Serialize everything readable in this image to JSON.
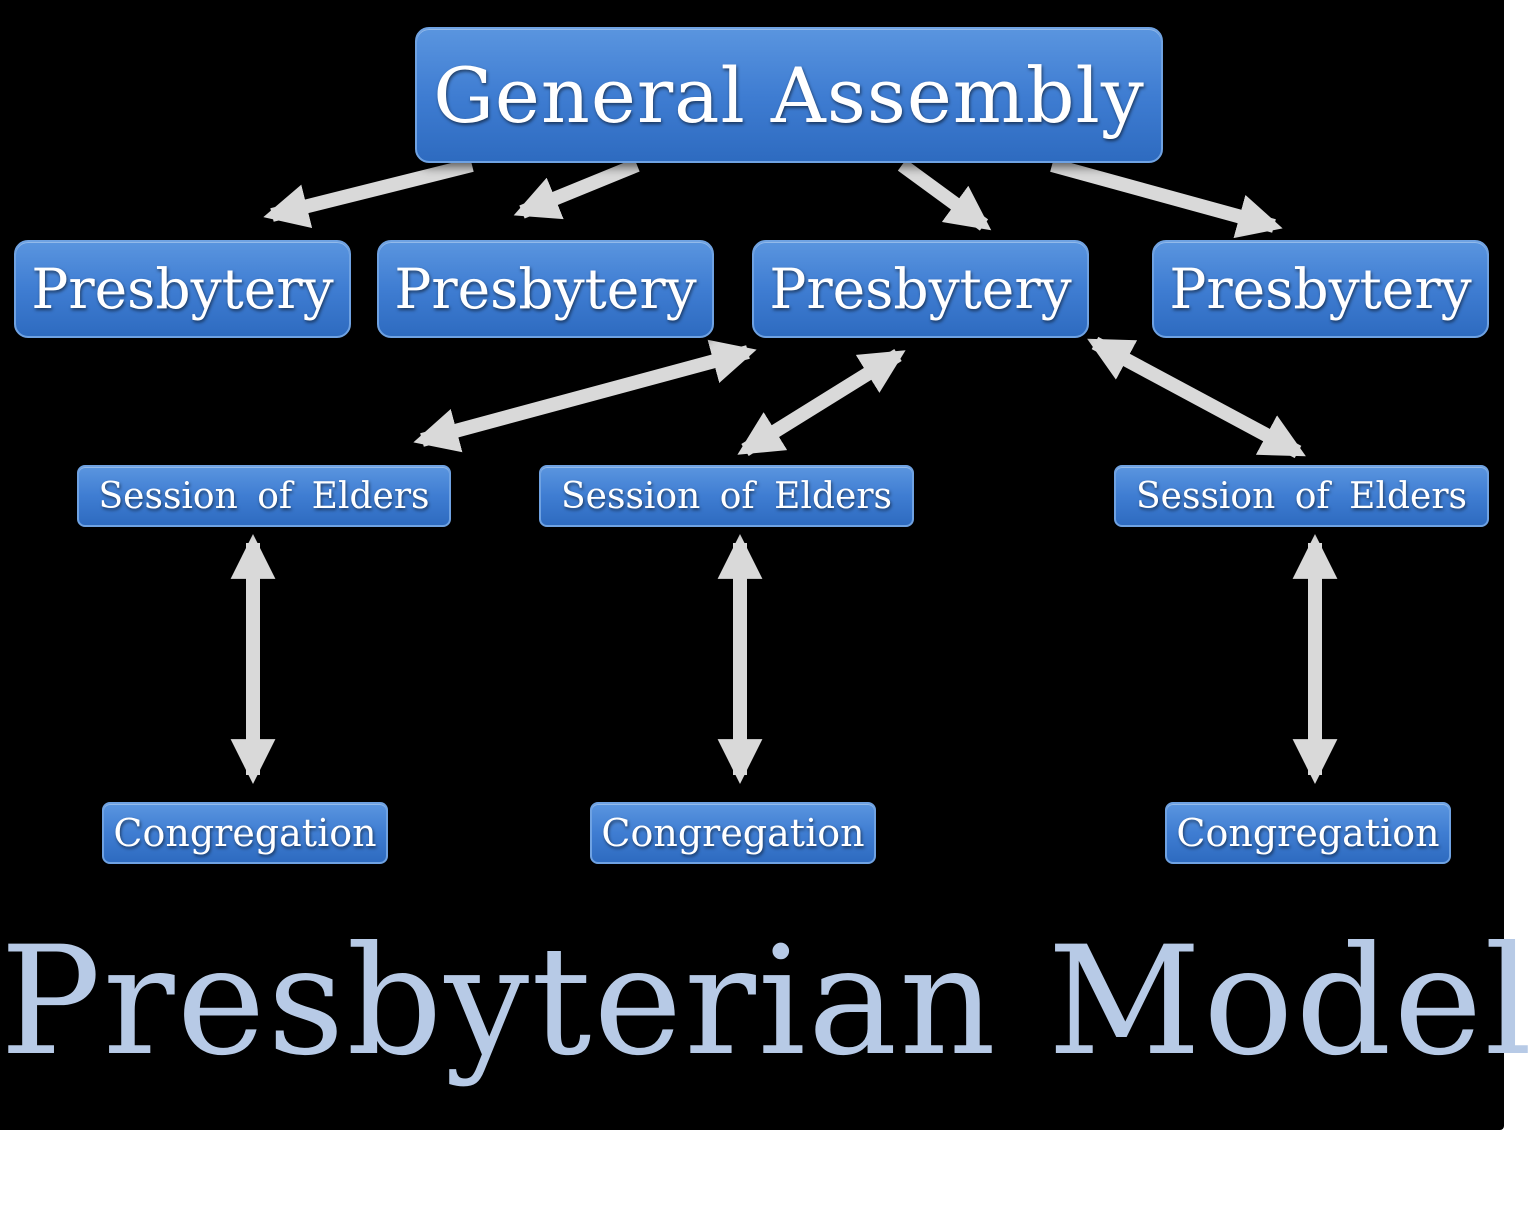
{
  "diagram": {
    "top": {
      "label": "General Assembly"
    },
    "presbyteries": [
      {
        "label": "Presbytery"
      },
      {
        "label": "Presbytery"
      },
      {
        "label": "Presbytery"
      },
      {
        "label": "Presbytery"
      }
    ],
    "sessions": [
      {
        "label": "Session of Elders"
      },
      {
        "label": "Session of Elders"
      },
      {
        "label": "Session of Elders"
      }
    ],
    "congregations": [
      {
        "label": "Congregation"
      },
      {
        "label": "Congregation"
      },
      {
        "label": "Congregation"
      }
    ],
    "title": "Presbyterian Model",
    "colors": {
      "background": "#000000",
      "node_fill": "#3f7dd2",
      "arrow": "#d9d9d9",
      "title": "#b7cae6"
    }
  }
}
